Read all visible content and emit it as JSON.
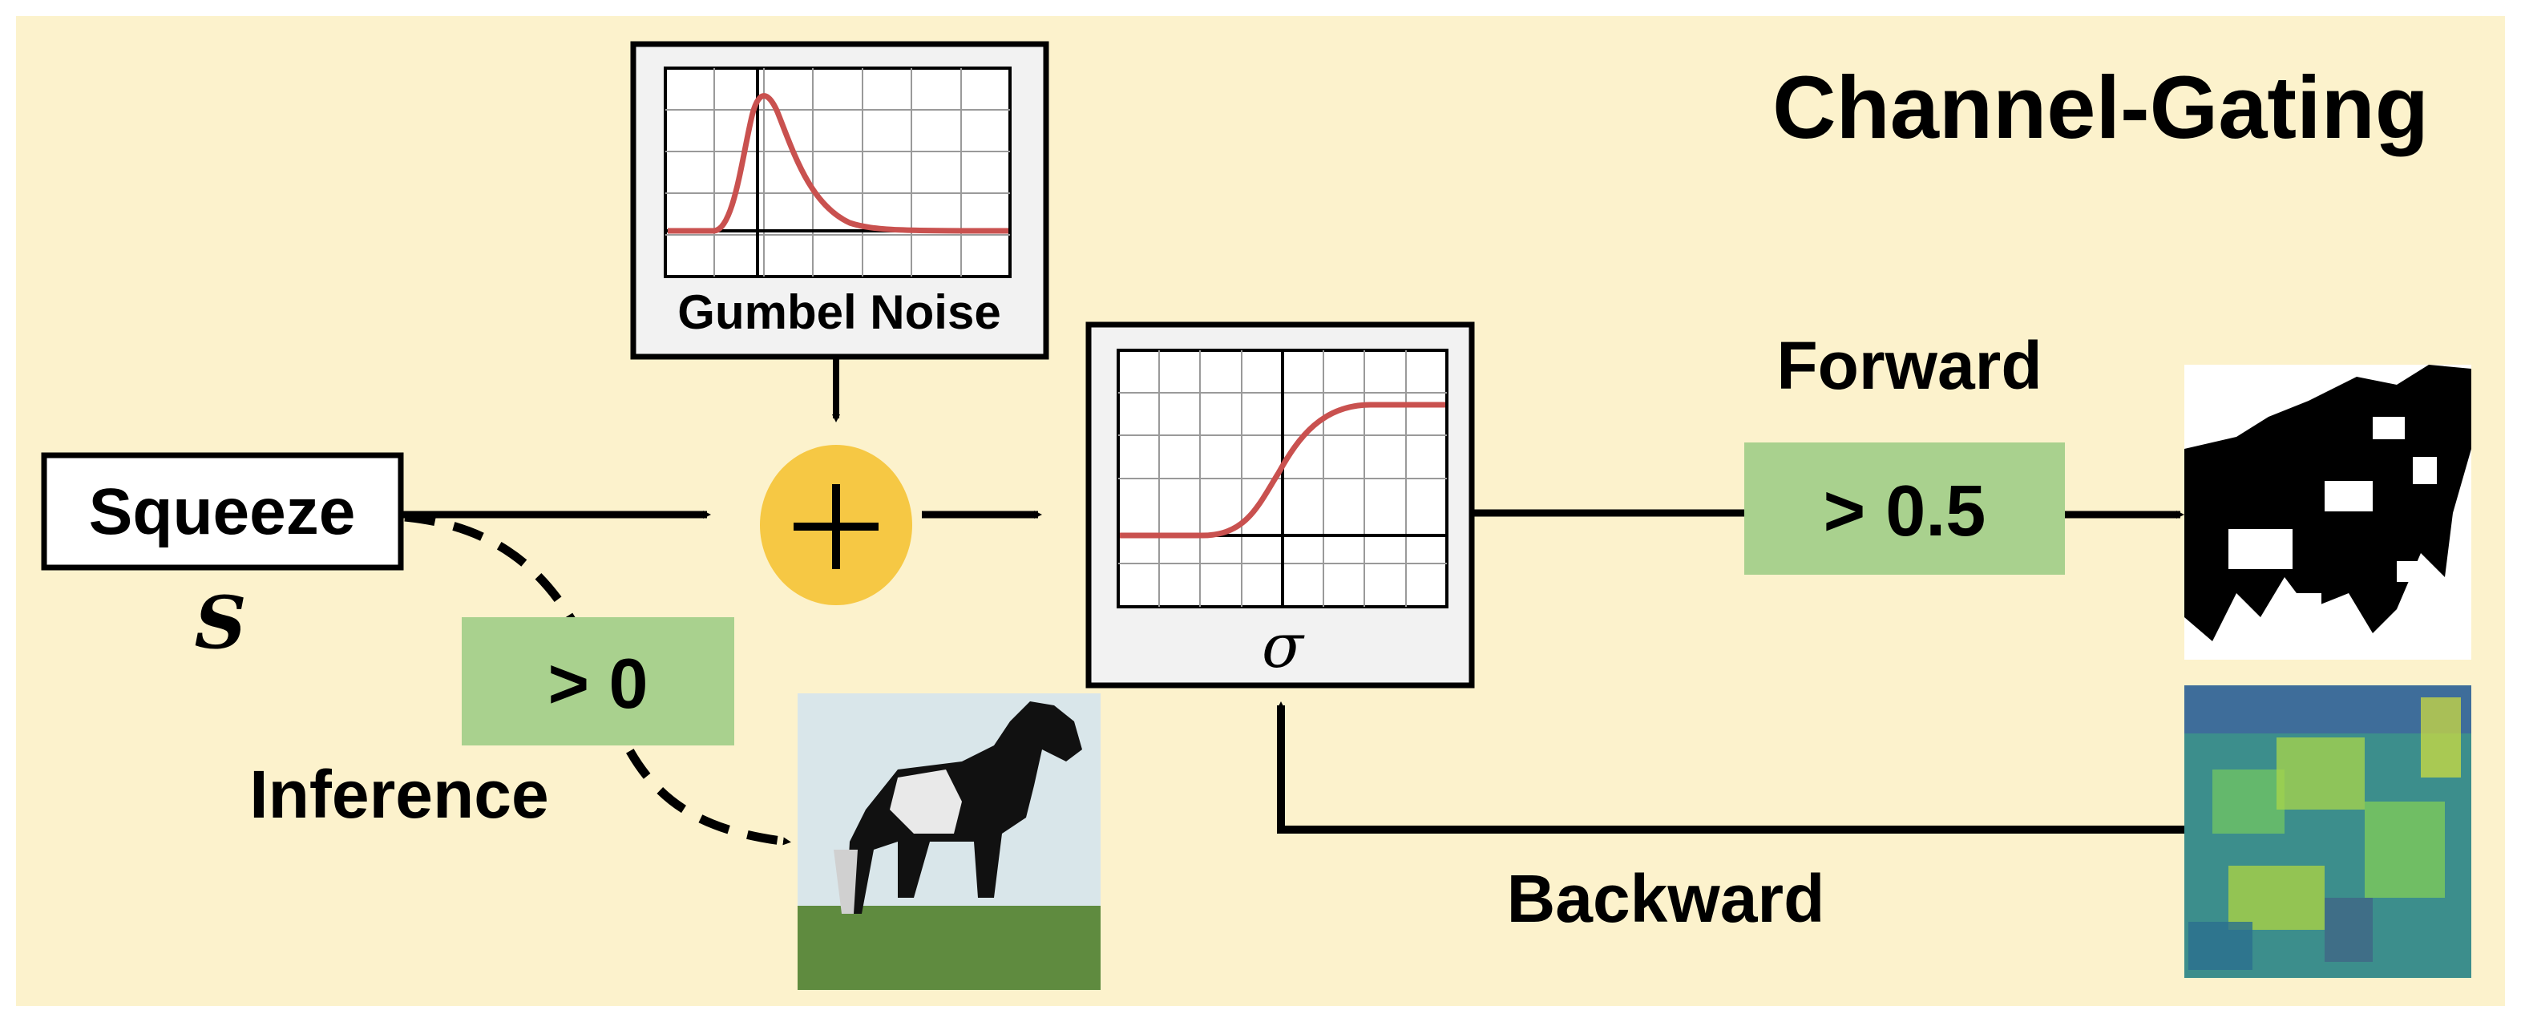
{
  "title": "Channel-Gating",
  "squeeze": {
    "label": "Squeeze",
    "symbol": "S"
  },
  "noise": {
    "label": "Gumbel Noise"
  },
  "add": {
    "symbol": "+"
  },
  "sigmoid": {
    "symbol": "σ"
  },
  "forward": {
    "label": "Forward",
    "threshold": "> 0.5"
  },
  "inference": {
    "label": "Inference",
    "threshold": "> 0"
  },
  "backward": {
    "label": "Backward"
  },
  "images": {
    "input": "horse-image",
    "mask": "binary-gate-mask",
    "gradient": "gradient-heatmap"
  },
  "colors": {
    "background": "#fcf2cc",
    "threshold_box": "#a9d18e",
    "add_circle": "#f6c844",
    "curve": "#c9514f",
    "panel": "#f2f2f2"
  }
}
